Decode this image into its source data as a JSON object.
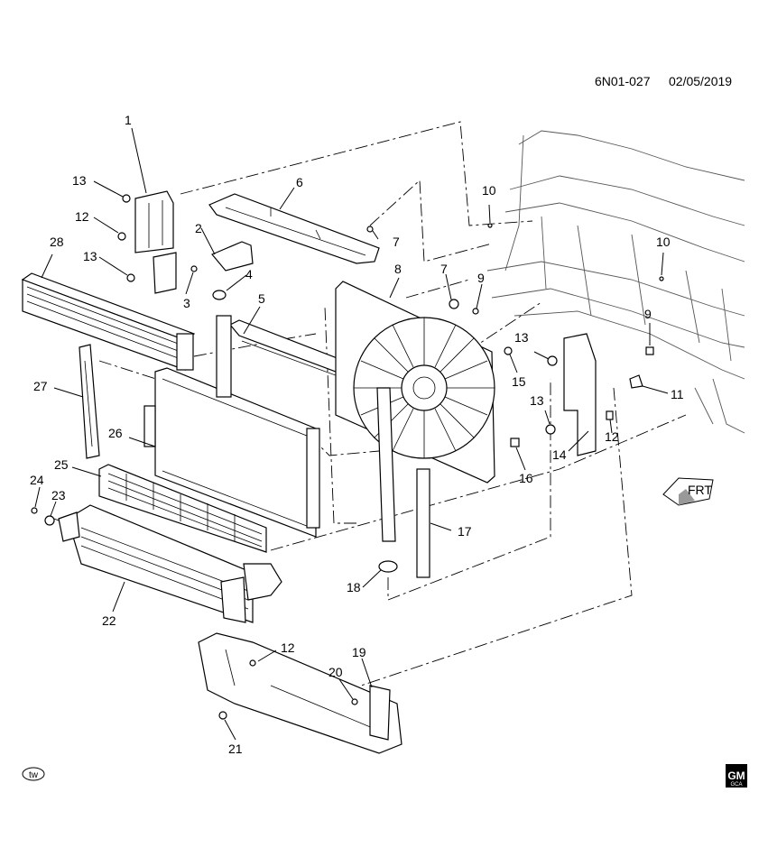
{
  "header": {
    "drawing_id": "6N01-027",
    "date": "02/05/2019"
  },
  "direction_label": "FRT",
  "logos": {
    "watermark": "tw",
    "brand_line1": "GM",
    "brand_line2": "GCA"
  },
  "callouts": {
    "c1": "1",
    "c2": "2",
    "c3": "3",
    "c4": "4",
    "c5": "5",
    "c6": "6",
    "c7a": "7",
    "c7b": "7",
    "c8": "8",
    "c9a": "9",
    "c9b": "9",
    "c10a": "10",
    "c10b": "10",
    "c11": "11",
    "c12a": "12",
    "c12b": "12",
    "c12c": "12",
    "c13a": "13",
    "c13b": "13",
    "c13c": "13",
    "c13d": "13",
    "c14": "14",
    "c15": "15",
    "c16": "16",
    "c17": "17",
    "c18": "18",
    "c19": "19",
    "c20": "20",
    "c21": "21",
    "c22": "22",
    "c23": "23",
    "c24": "24",
    "c25": "25",
    "c26": "26",
    "c27": "27",
    "c28": "28"
  }
}
